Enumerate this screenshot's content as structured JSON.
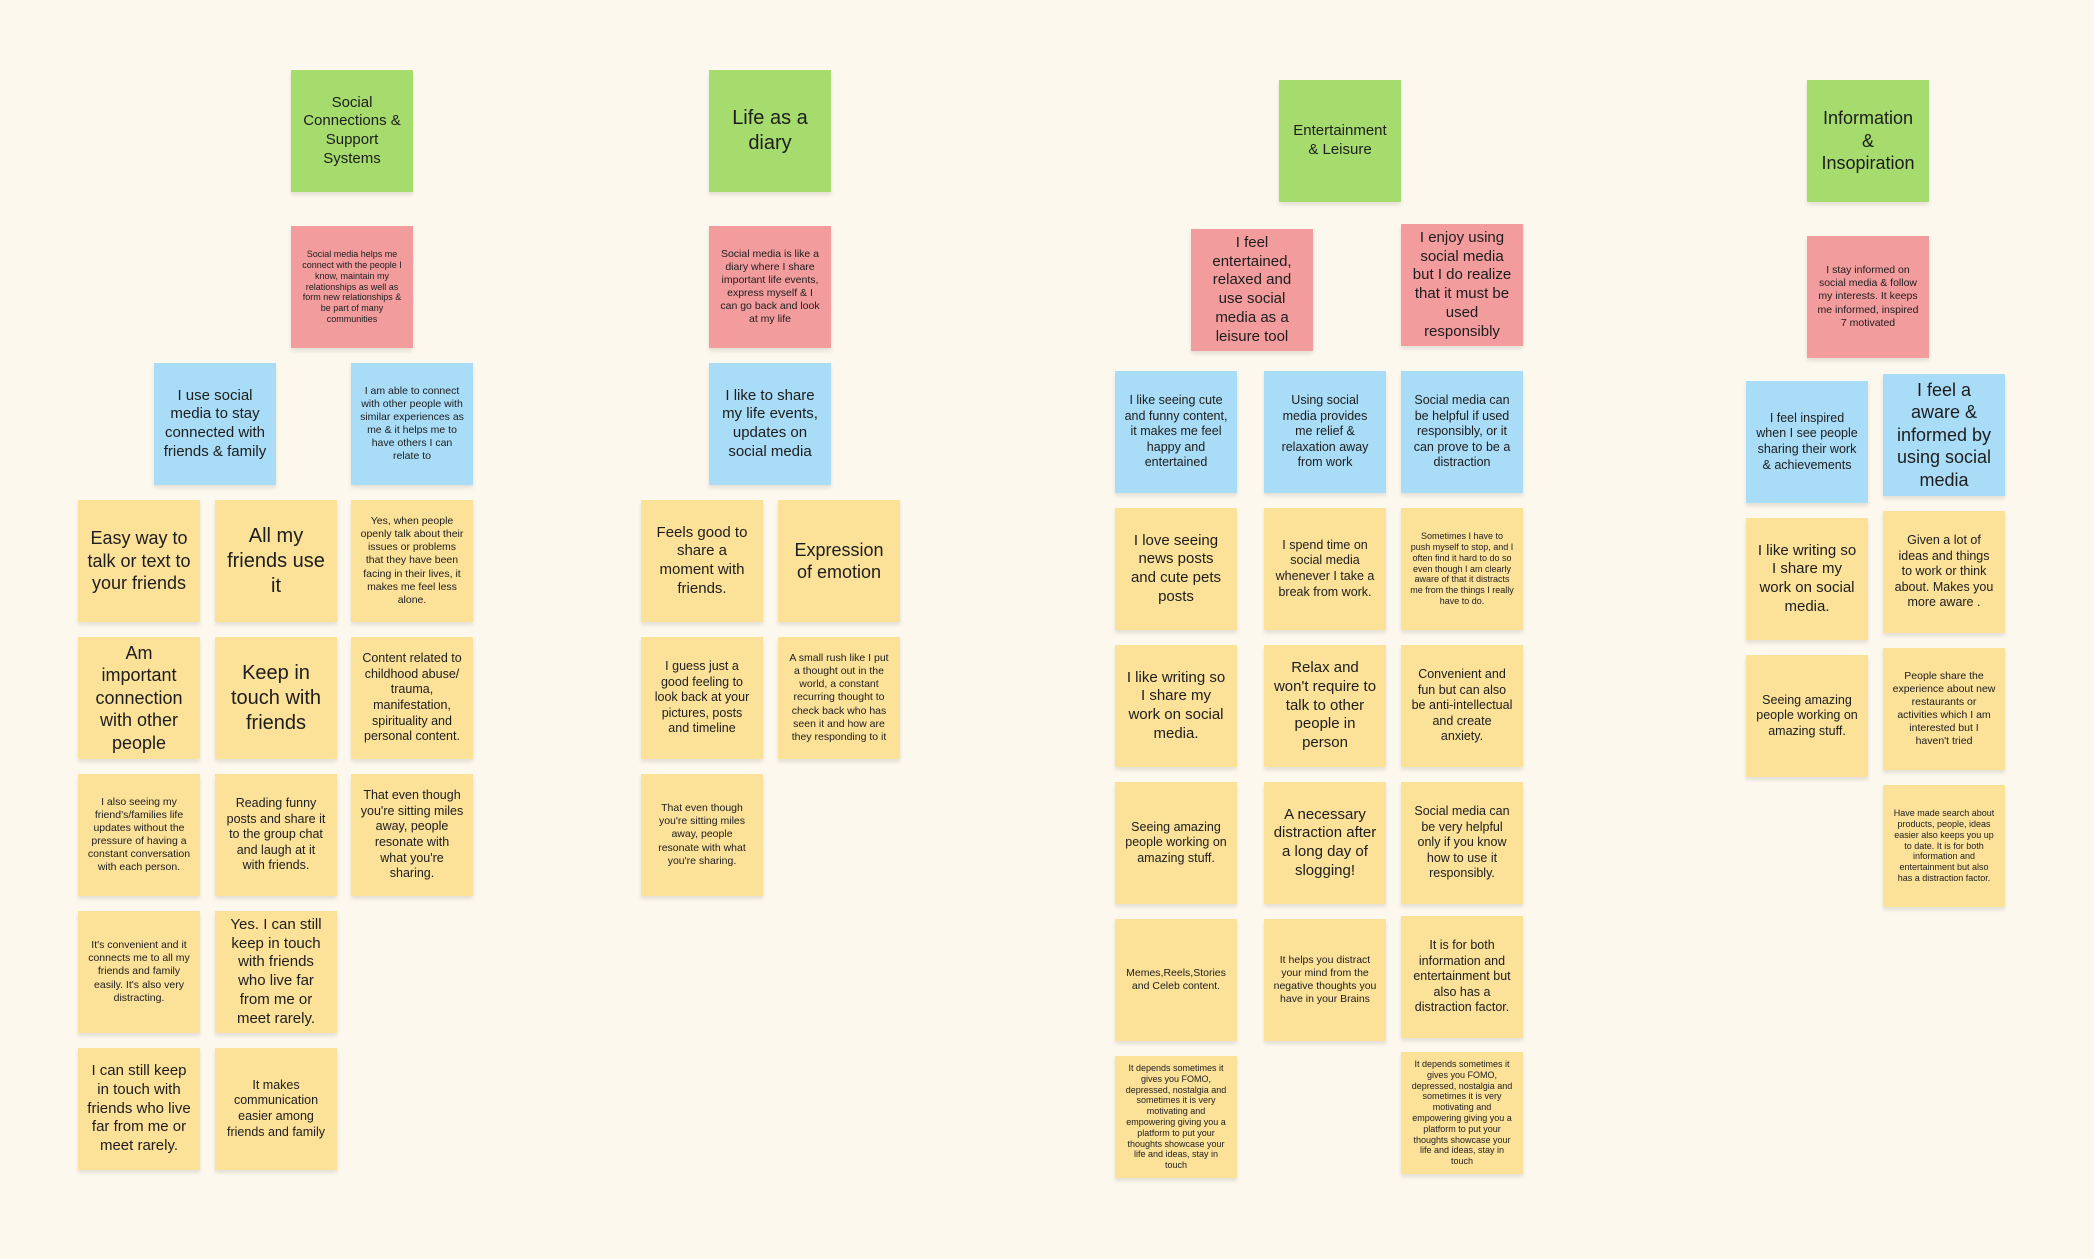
{
  "board": {
    "social": {
      "header": "Social Connections & Support Systems",
      "summary": "Social media helps me connect with the people I know, maintain my relationships as well as form new relationships & be part of many communities",
      "insights": [
        "I use social media to stay connected with friends & family",
        "I am able to connect with other people with similar experiences as me & it helps me to have others I can relate to"
      ],
      "notes": [
        "Easy way to talk or text to your friends",
        "All my friends use it",
        "Yes, when people openly talk about their issues or problems that they have been facing in their lives, it makes me feel less alone.",
        "Am important connection with other people",
        "Keep in touch with friends",
        "Content related to childhood abuse/ trauma, manifestation, spirituality and personal content.",
        "I also seeing my friend's/families life updates without the pressure of having a constant conversation with each person.",
        "Reading funny posts and share it to the group chat and laugh at it with friends.",
        "That even though you're sitting miles away, people resonate with what you're sharing.",
        "It's convenient and it connects me to all my friends and family easily. It's also very distracting.",
        "Yes. I can still keep in touch with friends who live far from me or meet rarely.",
        "I can still keep in touch with friends who live far from me or meet rarely.",
        "It makes communication easier among friends and family"
      ]
    },
    "diary": {
      "header": "Life as a diary",
      "summary": "Social media is like a diary where I share important life events, express myself & I can go back and look at my life",
      "insight": "I like to share my life events, updates on social media",
      "notes": [
        "Feels good to share a moment with friends.",
        "Expression of emotion",
        "I guess just a good feeling to look back at your pictures, posts and timeline",
        "A small rush like I put a thought out in the world, a constant recurring thought to check back who has seen it and how are they responding to it",
        "That even though you're sitting miles away, people resonate with what you're sharing."
      ]
    },
    "entertainment": {
      "header": "Entertainment & Leisure",
      "summaries": [
        "I feel entertained, relaxed and use social media as a leisure tool",
        "I enjoy using social media but I do realize that it must be used responsibly"
      ],
      "insights": [
        "I like seeing cute and funny content, it makes me feel happy and entertained",
        "Using social media provides me relief & relaxation away from work",
        "Social media can be helpful if used responsibly, or it can prove to be a distraction"
      ],
      "notes": [
        "I love seeing news posts and cute pets posts",
        "I spend time on social media whenever I take a break from work.",
        "Sometimes I have to push myself to stop, and I often find it hard to do so even though I am clearly aware of that it distracts me from the things I really have to do.",
        "I like writing so I share my work on social media.",
        "Relax and won't require to talk to other people in person",
        "Convenient and fun but can also be anti-intellectual and create anxiety.",
        "Seeing amazing people working on amazing stuff.",
        "A necessary distraction after a long day of slogging!",
        "Social media can be very helpful only if you know how to use it responsibly.",
        "Memes,Reels,Stories and Celeb content.",
        "It helps you distract your mind from the negative thoughts you have in your Brains",
        "It is for both information and entertainment but also has a distraction factor.",
        "It depends sometimes it gives you FOMO, depressed, nostalgia and sometimes it is very motivating and empowering giving you a platform to put your thoughts showcase your life and ideas, stay in touch",
        "It depends sometimes it gives you FOMO, depressed, nostalgia and sometimes it is very motivating and empowering giving you a platform to put your thoughts showcase your life and ideas, stay in touch"
      ]
    },
    "info": {
      "header": "Information & Insopiration",
      "summary": "I stay informed on social media & follow my interests. It keeps me informed, inspired 7 motivated",
      "insights": [
        "I feel inspired when I see people sharing their work & achievements",
        "I feel a aware & informed by using social media"
      ],
      "notes": [
        "I like writing so I share my work on social media.",
        "Given a lot of ideas and things to work or think about. Makes you more aware .",
        "Seeing amazing people working on amazing stuff.",
        "People share the experience about new restaurants or activities which I am interested but I haven't tried",
        "Have made search about products, people, ideas easier also keeps you up to date. It is for both information and entertainment but also has a distraction factor."
      ]
    }
  }
}
